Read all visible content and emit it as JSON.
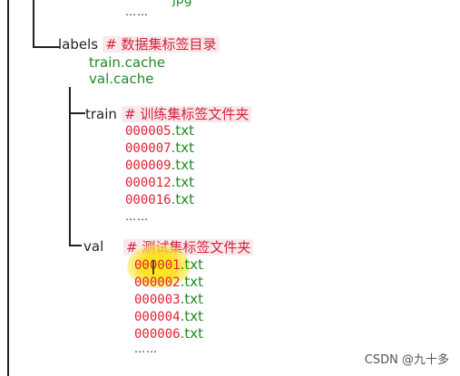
{
  "top": {
    "dots": "……",
    "partial": "jpg"
  },
  "labels": {
    "name": "labels",
    "comment": "# 数据集标签目录",
    "cache_files": [
      "train.cache",
      "val.cache"
    ]
  },
  "train": {
    "name": "train",
    "comment": "# 训练集标签文件夹",
    "files": [
      {
        "num": "000005",
        "ext": ".txt"
      },
      {
        "num": "000007",
        "ext": ".txt"
      },
      {
        "num": "000009",
        "ext": ".txt"
      },
      {
        "num": "000012",
        "ext": ".txt"
      },
      {
        "num": "000016",
        "ext": ".txt"
      }
    ],
    "dots": "……"
  },
  "val": {
    "name": "val",
    "comment": "# 测试集标签文件夹",
    "files": [
      {
        "num": "000001",
        "ext": ".txt"
      },
      {
        "num": "000002",
        "ext": ".txt"
      },
      {
        "num": "000003",
        "ext": ".txt"
      },
      {
        "num": "000004",
        "ext": ".txt"
      },
      {
        "num": "000006",
        "ext": ".txt"
      }
    ],
    "dots": "……"
  },
  "watermark": "CSDN @九十多",
  "colors": {
    "comment": "#d6223b",
    "filename_red": "#e02235",
    "filename_green": "#1f8a1f",
    "highlight": "#ffe600"
  }
}
